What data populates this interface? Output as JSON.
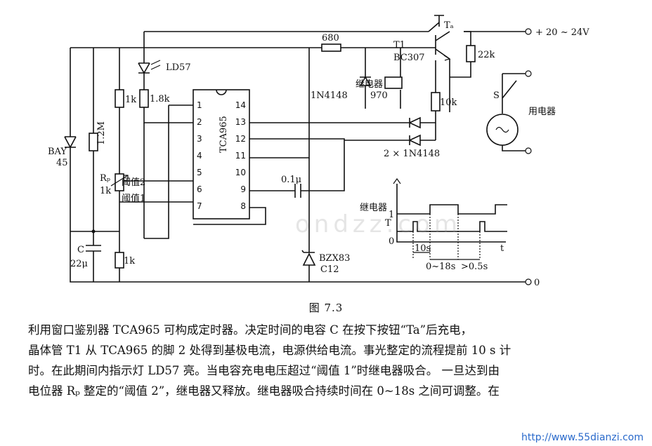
{
  "labels": {
    "transistor": "T1",
    "transistor_type": "BC307",
    "button": "Tₐ",
    "supply": "+ 20 ~ 24V",
    "zero": "0",
    "r680": "680",
    "r22k": "22k",
    "relay": "继电器",
    "relay_code": "970",
    "r10k": "10k",
    "diode_1n4148": "1N4148",
    "diodes_pair": "2 × 1N4148",
    "switch": "S",
    "load": "用电器",
    "led": "LD57",
    "r1k_top": "1k",
    "r18k": "1.8k",
    "bay": "BAY",
    "bay_num": "45",
    "r12m": "1.2M",
    "rp": "Rₚ",
    "rp_val": "1k",
    "th2": "阈值2",
    "th1": "阈值1",
    "cap": "C",
    "cap_val": "22μ",
    "r1k_bot": "1k",
    "cap2": "0.1μ",
    "zener": "BZX83",
    "zener_code": "C12",
    "ic": "TCA965",
    "timing_relay": "继电器",
    "timing_t": "T",
    "timing_one": "1",
    "timing_zero": "0",
    "timing_10s": "10s",
    "timing_range": "0~18s",
    "timing_gt": ">0.5s",
    "timing_axis": "t"
  },
  "ic_pins_left": [
    "1",
    "2",
    "3",
    "4",
    "5",
    "6",
    "7"
  ],
  "ic_pins_right": [
    "14",
    "13",
    "12",
    "11",
    "10",
    "9",
    "8"
  ],
  "caption": "图 7.3",
  "paragraph": [
    "利用窗口鉴别器 TCA965 可构成定时器。决定时间的电容 C 在按下按钮“Ta”后充电，",
    "晶体管 T1 从 TCA965 的脚 2 处得到基极电流，电源供给电流。事光整定的流程提前 10 s 计",
    "时。在此期间内指示灯 LD57 亮。当电容充电电压超过“阈值 1”时继电器吸合。 一旦达到由",
    "电位器 Rₚ 整定的“阈值 2”，继电器又释放。继电器吸合持续时间在 0~18s 之间可调整。在"
  ],
  "watermark": "http://www.55dianzi.com",
  "watermark_faint": "ondzz.com"
}
